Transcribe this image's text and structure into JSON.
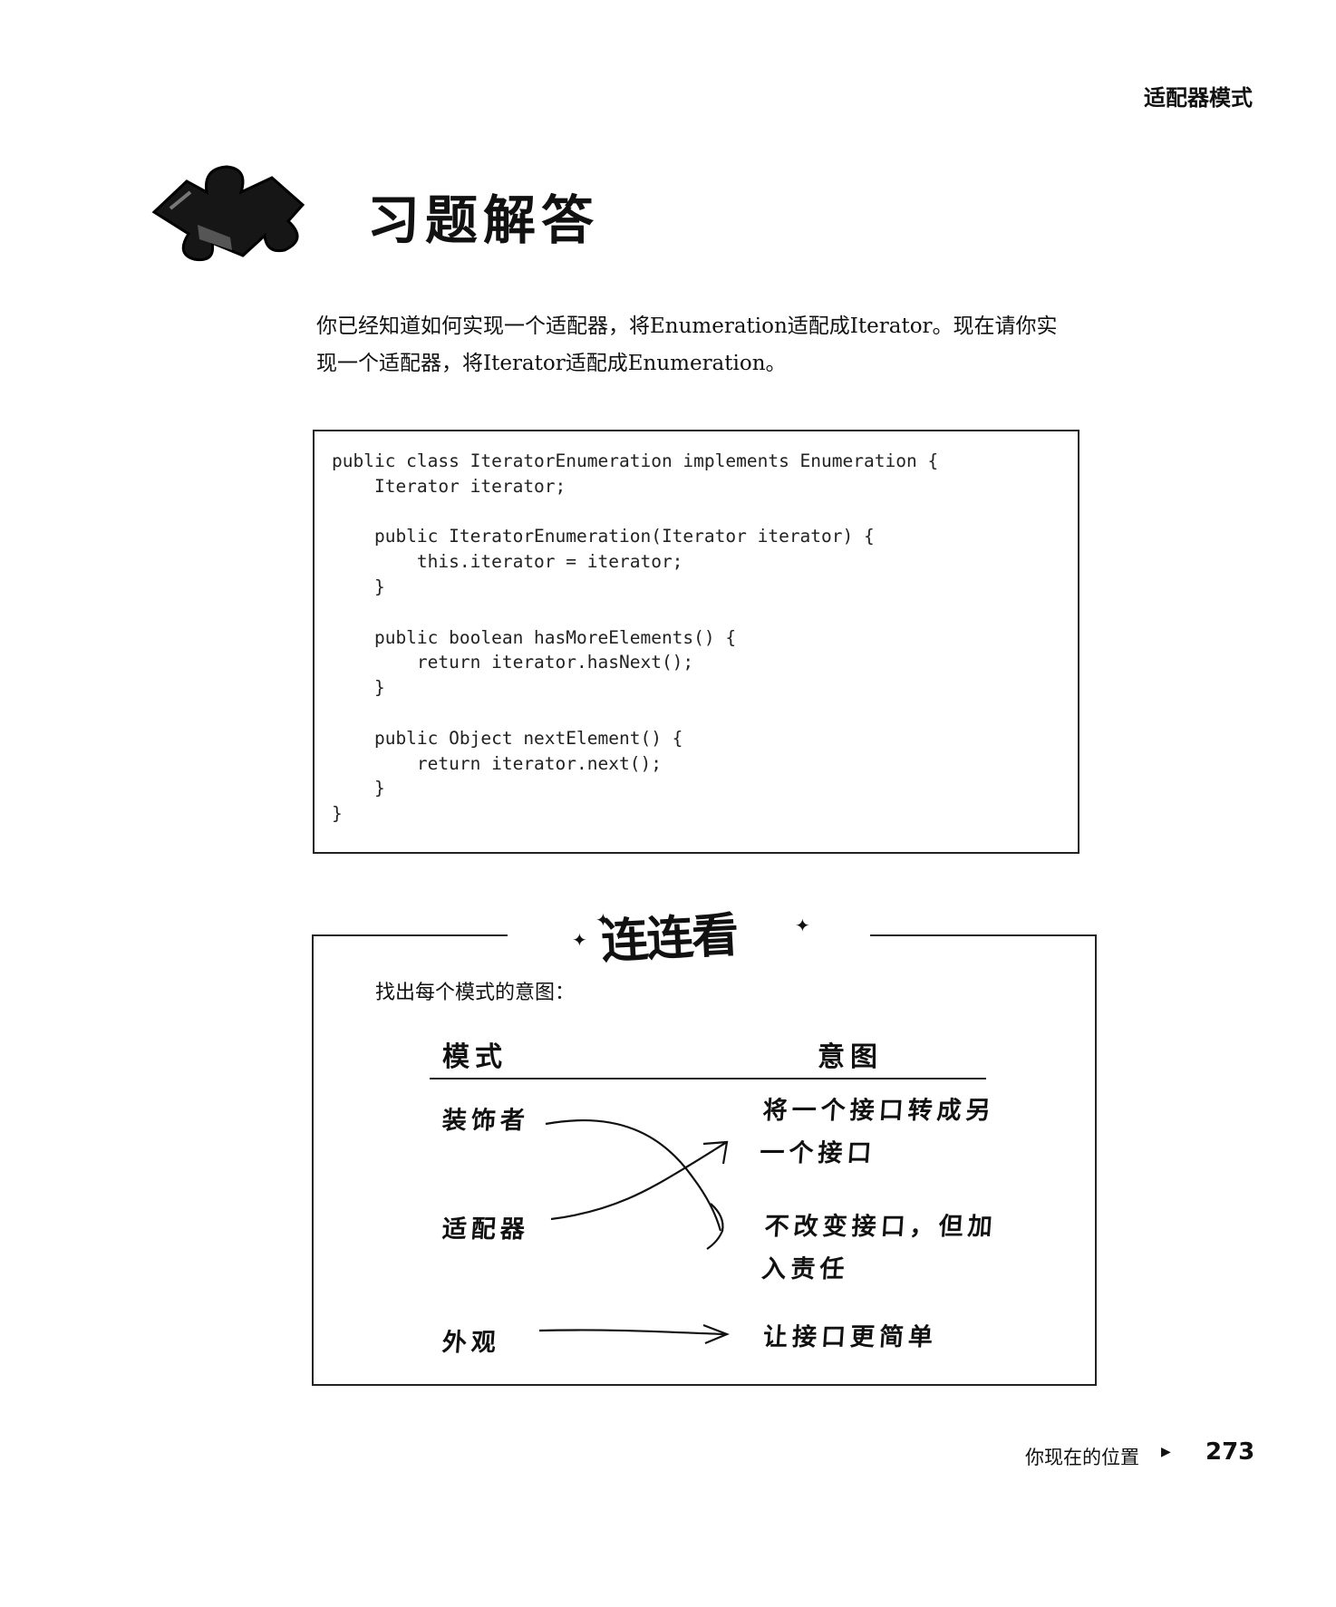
{
  "header": {
    "chapter_title": "适配器模式"
  },
  "section": {
    "title": "习题解答"
  },
  "intro": {
    "line1": "你已经知道如何实现一个适配器，将Enumeration适配成Iterator。现在请你实",
    "line2": "现一个适配器，将Iterator适配成Enumeration。"
  },
  "code": {
    "lines": [
      "public class IteratorEnumeration implements Enumeration {",
      "    Iterator iterator;",
      "",
      "    public IteratorEnumeration(Iterator iterator) {",
      "        this.iterator = iterator;",
      "    }",
      "",
      "    public boolean hasMoreElements() {",
      "        return iterator.hasNext();",
      "    }",
      "",
      "    public Object nextElement() {",
      "        return iterator.next();",
      "    }",
      "}"
    ]
  },
  "game": {
    "logo_text": "连连看",
    "instruction": "找出每个模式的意图：",
    "col_pattern": "模式",
    "col_intent": "意图",
    "patterns": [
      "装饰者",
      "适配器",
      "外观"
    ],
    "intents": [
      {
        "line1": "将一个接口转成另",
        "line2": "一个接口"
      },
      {
        "line1": "不改变接口，但加",
        "line2": "入责任"
      },
      {
        "line1": "让接口更简单",
        "line2": ""
      }
    ]
  },
  "footer": {
    "label": "你现在的位置",
    "page_number": "273"
  }
}
